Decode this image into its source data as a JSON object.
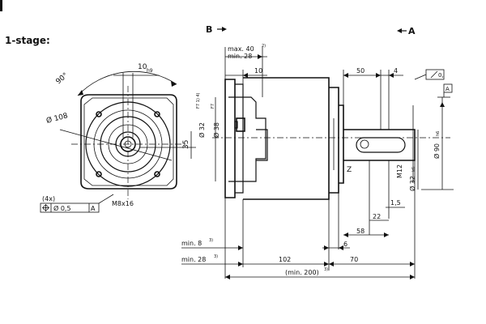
{
  "labels": {
    "title": "1-stage:",
    "view_b": "B",
    "view_a": "A",
    "angle": "90°",
    "key_width": "10",
    "key_width_tol": "h9",
    "pcd": "Ø 108",
    "key_height": "35",
    "holes_count": "(4x)",
    "position_tol": "Ø 0,5",
    "position_ref": "A",
    "thread": "M8x16",
    "max_len": "max. 40",
    "max_len_note": "2)",
    "min_len": "min. 28",
    "flange_10": "10",
    "bore_32": "Ø 32",
    "bore_32_tol": "F7 1) 4)",
    "bore_38": "Ø 38",
    "bore_38_tol": "F7",
    "dim_50": "50",
    "dim_4": "4",
    "flat_ref": "A",
    "flat_tol": "0,",
    "dia_90": "Ø 90",
    "dia_90_tol": "h6",
    "thread_m12": "M12",
    "shaft_32": "Ø 32",
    "shaft_32_tol": "k6",
    "center_z": "Z",
    "dim_15": "1,5",
    "dim_22": "22",
    "dim_58": "58",
    "dim_6": "6",
    "min8": "min. 8",
    "min8_note": "3)",
    "min28": "min. 28",
    "min28_note": "3)",
    "dim_102": "102",
    "dim_70": "70",
    "min200": "(min. 200)",
    "min200_note": "3)"
  }
}
